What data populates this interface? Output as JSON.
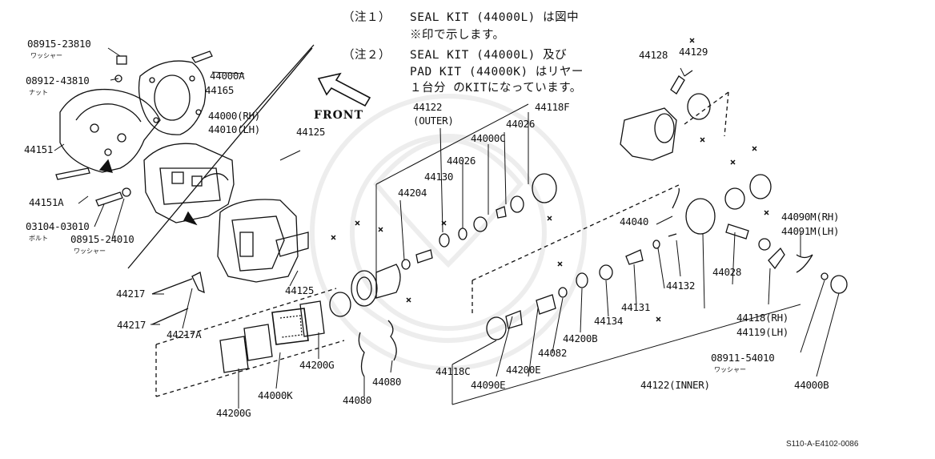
{
  "notes": {
    "note1_tag": "（注１）",
    "note1_line1": "SEAL KIT (44000L) は図中",
    "note1_line2": "※印で示します。",
    "note2_tag": "（注２）",
    "note2_line1": "SEAL KIT (44000L) 及び",
    "note2_line2": "PAD KIT (44000K) はリヤー",
    "note2_line3": "１台分 のKITになっています。"
  },
  "front_label": "FRONT",
  "image_code": "S110-A-E4102-0086",
  "annotations": {
    "washer1": "ワッシャー",
    "nut": "ナット",
    "bolt": "ボルト",
    "washer2": "ワッシャー",
    "washer3": "ワッシャー"
  },
  "parts": {
    "p08915_23810": "08915-23810",
    "p08912_43810": "08912-43810",
    "p44151": "44151",
    "p44151a": "44151A",
    "p03104_03010": "03104-03010",
    "p08915_24010": "08915-24010",
    "p44000a": "44000A",
    "p44165": "44165",
    "p44000rh": "44000(RH)",
    "p44010lh": "44010(LH)",
    "p44125_top": "44125",
    "p44125_mid": "44125",
    "p44217_a": "44217",
    "p44217_b": "44217",
    "p44217a": "44217A",
    "p44200g_a": "44200G",
    "p44200g_b": "44200G",
    "p44000k": "44000K",
    "p44080_a": "44080",
    "p44080_b": "44080",
    "p44122_outer_num": "44122",
    "p44122_outer_tag": "(OUTER)",
    "p44204": "44204",
    "p44130": "44130",
    "p44026_a": "44026",
    "p44026_b": "44026",
    "p44000c": "44000C",
    "p44118f": "44118F",
    "p44128": "44128",
    "p44129": "44129",
    "p44040": "44040",
    "p44090m": "44090M(RH)",
    "p44091m": "44091M(LH)",
    "p44028": "44028",
    "p44132": "44132",
    "p44131": "44131",
    "p44134": "44134",
    "p44200b": "44200B",
    "p44082": "44082",
    "p44118c": "44118C",
    "p44090e": "44090E",
    "p44200e": "44200E",
    "p44122_inner": "44122(INNER)",
    "p44118rh": "44118(RH)",
    "p44119lh": "44119(LH)",
    "p08911_54010": "08911-54010",
    "p44000b": "44000B"
  }
}
